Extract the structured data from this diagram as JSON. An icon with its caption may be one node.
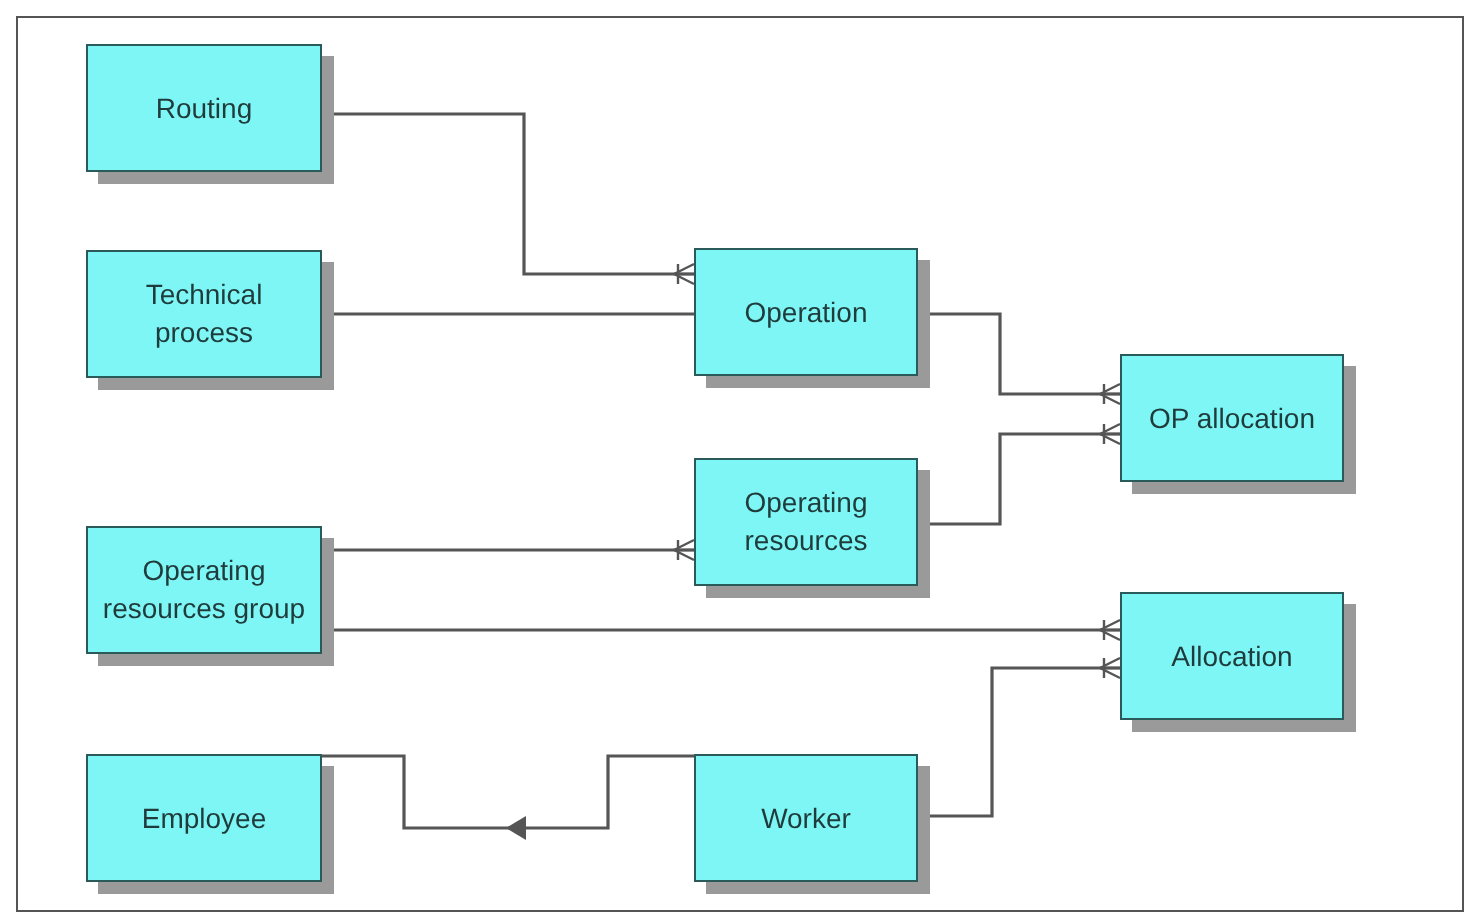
{
  "diagram": {
    "nodes": [
      {
        "text": [
          "Routing"
        ]
      },
      {
        "text": [
          "Technical process"
        ]
      },
      {
        "text": [
          "Operation"
        ]
      },
      {
        "text": [
          "OP allocation"
        ]
      },
      {
        "text": [
          "Operating resources"
        ]
      },
      {
        "text": [
          "Operating resources group"
        ]
      },
      {
        "text": [
          "Allocation"
        ]
      },
      {
        "text": [
          "Employee"
        ]
      },
      {
        "text": [
          "Worker"
        ]
      }
    ],
    "edges": [
      {
        "from": 0,
        "to": 2,
        "arrow": "other"
      },
      {
        "from": 1,
        "to": 2,
        "arrow": "none"
      },
      {
        "from": 2,
        "to": 3,
        "arrow": "other"
      },
      {
        "from": 4,
        "to": 3,
        "arrow": "other"
      },
      {
        "from": 5,
        "to": 4,
        "arrow": "other"
      },
      {
        "from": 5,
        "to": 6,
        "arrow": "other"
      },
      {
        "from": 8,
        "to": 6,
        "arrow": "other"
      },
      {
        "from": 8,
        "to": 7,
        "arrow": "to"
      }
    ]
  }
}
